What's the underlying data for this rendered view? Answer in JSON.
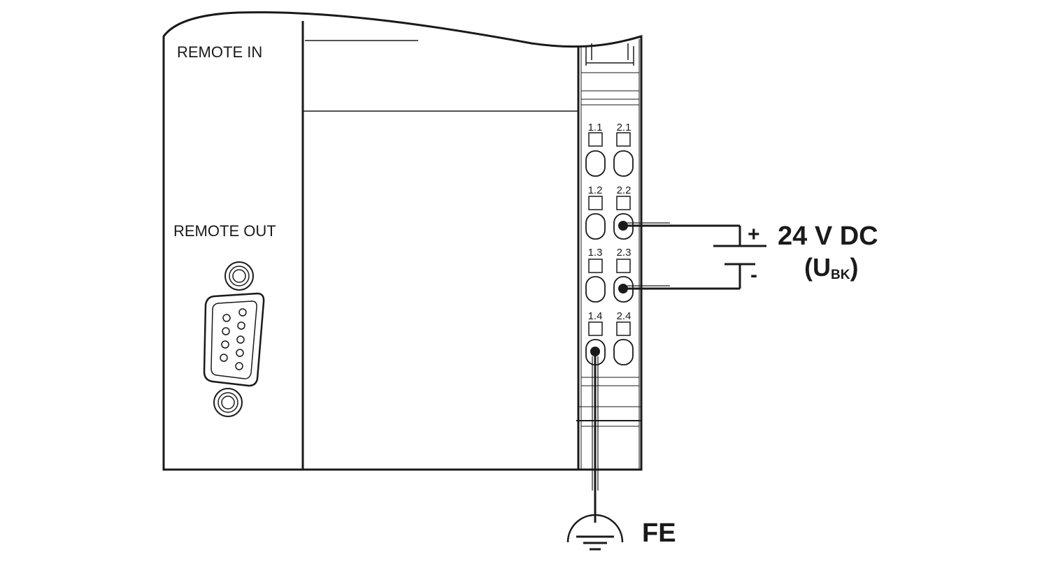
{
  "module": {
    "remote_in_label": "REMOTE IN",
    "remote_out_label": "REMOTE OUT"
  },
  "terminals": {
    "labels": [
      "1.1",
      "2.1",
      "1.2",
      "2.2",
      "1.3",
      "2.3",
      "1.4",
      "2.4"
    ],
    "wired": [
      "2.2",
      "2.3",
      "1.4"
    ]
  },
  "supply": {
    "plus_label": "+",
    "minus_label": "-",
    "voltage_label": "24 V DC",
    "ubk_open": "(U",
    "ubk_sub": "BK",
    "ubk_close": ")"
  },
  "ground": {
    "label": "FE"
  },
  "colors": {
    "line": "#1a1a1a",
    "background": "#ffffff"
  }
}
